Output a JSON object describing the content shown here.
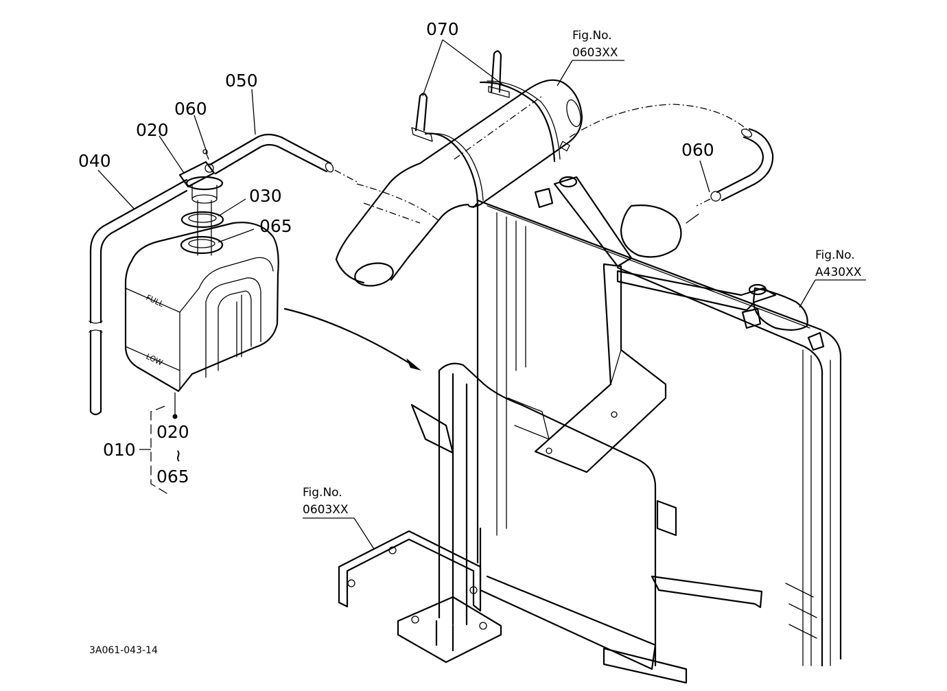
{
  "callouts": {
    "c070": "070",
    "c050": "050",
    "c060_left": "060",
    "c020_top": "020",
    "c040": "040",
    "c030": "030",
    "c065": "065",
    "c060_right": "060",
    "c010": "010",
    "c020_range": "020",
    "c_tilde": "~",
    "c065_range": "065"
  },
  "tank_labels": {
    "full": "FULL",
    "low": "LOW"
  },
  "fig_refs": {
    "top": {
      "label": "Fig.No.",
      "code": "0603XX"
    },
    "right": {
      "label": "Fig.No.",
      "code": "A430XX"
    },
    "bottom": {
      "label": "Fig.No.",
      "code": "0603XX"
    }
  },
  "drawing_number": "3A061-043-14"
}
